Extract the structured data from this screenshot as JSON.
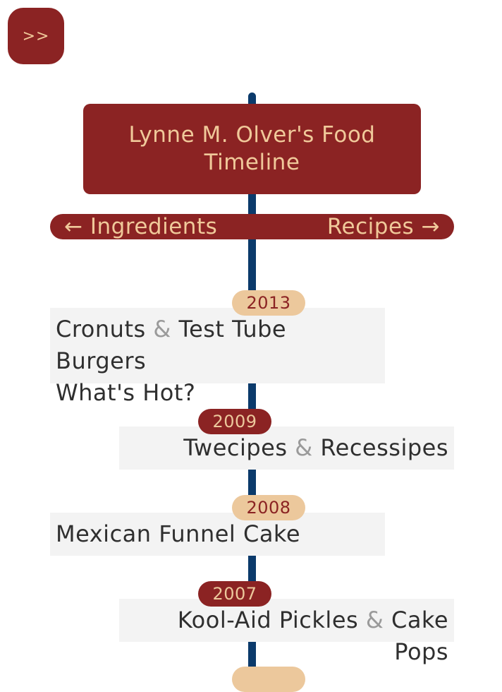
{
  "menu_button": {
    "label": ">>"
  },
  "header": {
    "title": "Lynne M. Olver's Food Timeline"
  },
  "nav": {
    "left_label": "← Ingredients",
    "right_label": "Recipes →"
  },
  "ampersand": "&",
  "timeline": [
    {
      "year": "2013",
      "items": [
        {
          "label": "Cronuts"
        },
        {
          "label": "Test Tube Burgers"
        },
        {
          "label": "What's Hot?"
        }
      ]
    },
    {
      "year": "2009",
      "items": [
        {
          "label": "Twecipes"
        },
        {
          "label": "Recessipes"
        }
      ]
    },
    {
      "year": "2008",
      "items": [
        {
          "label": "Mexican Funnel Cake"
        }
      ]
    },
    {
      "year": "2007",
      "items": [
        {
          "label": "Kool-Aid Pickles"
        },
        {
          "label": "Cake Pops"
        }
      ]
    }
  ],
  "colors": {
    "brand_red": "#8b2323",
    "tan": "#ecc89c",
    "spine_blue": "#0b3a6b",
    "entry_bg": "#f3f3f3"
  }
}
